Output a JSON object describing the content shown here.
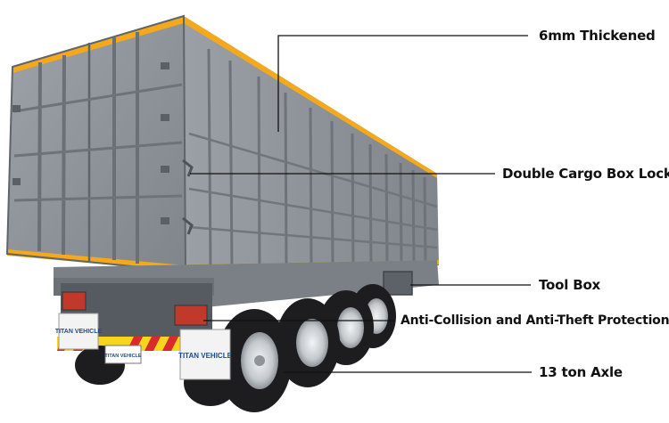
{
  "image": {
    "subject": "tipper-semi-trailer-photo",
    "colors": {
      "body_gray": "#8b9196",
      "stripe_orange": "#f4a91c",
      "tire_black": "#1d1d1f",
      "rim_silver": "#cfd3d6",
      "background": "#ffffff"
    }
  },
  "callouts": [
    {
      "id": "thickened",
      "label": "6mm Thickened"
    },
    {
      "id": "locks",
      "label": "Double Cargo Box Locks"
    },
    {
      "id": "toolbox",
      "label": "Tool Box"
    },
    {
      "id": "protection",
      "label": "Anti-Collision and Anti-Theft Protection"
    },
    {
      "id": "axle",
      "label": "13 ton Axle"
    }
  ],
  "plates": {
    "mudflap_left": "TITAN VEHICLE",
    "mudflap_right": "TITAN VEHICLE",
    "center_plate": "TITAN VEHICLE"
  }
}
